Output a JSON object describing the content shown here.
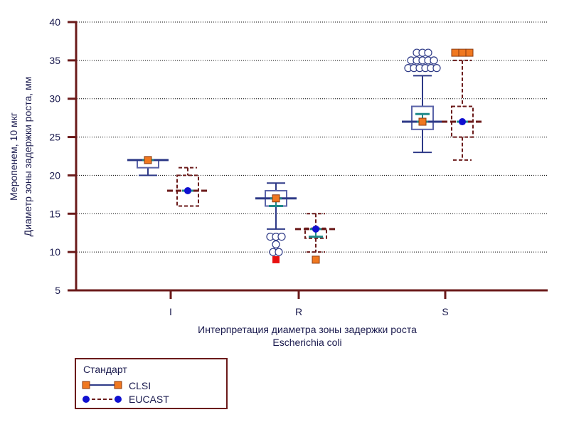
{
  "chart_data": {
    "type": "boxplot",
    "title": "",
    "ylabel_lines": [
      "Меропенем, 10 мкг",
      "Диаметр зоны задержки роста, мм"
    ],
    "xlabel_lines": [
      "Интерпретация диаметра зоны задержки роста",
      "Escherichia coli"
    ],
    "ylim": [
      5,
      40
    ],
    "yticks": [
      "5",
      "10",
      "15",
      "20",
      "25",
      "30",
      "35",
      "40"
    ],
    "ytick_values": [
      5,
      10,
      15,
      20,
      25,
      30,
      35,
      40
    ],
    "grid": "horizontal-dotted",
    "categories": [
      "I",
      "R",
      "S"
    ],
    "legend": {
      "title": "Стандарт",
      "placement": "bottom-left",
      "entries": [
        {
          "name": "CLSI",
          "line": "solid",
          "marker": "square",
          "line_color": "#2e3a87",
          "marker_color": "#f07820"
        },
        {
          "name": "EUCAST",
          "line": "dashed",
          "marker": "circle",
          "line_color": "#6b1a1a",
          "marker_color": "#1010d0"
        }
      ]
    },
    "series": [
      {
        "name": "CLSI",
        "color": "#2e3a87",
        "marker_color": "#f07820",
        "boxes": [
          {
            "category": "I",
            "whisker_low": 20,
            "q1": 21,
            "median": 22,
            "q3": 22,
            "whisker_high": 22,
            "mean": 22,
            "median_marker": 22,
            "outliers": [],
            "extreme": []
          },
          {
            "category": "R",
            "whisker_low": 13,
            "q1": 16,
            "median": 17,
            "q3": 18,
            "whisker_high": 19,
            "mean": 16,
            "median_marker": 17,
            "outliers": [
              {
                "value": 12,
                "count": 3
              },
              {
                "value": 11,
                "count": 1
              },
              {
                "value": 10,
                "count": 2
              }
            ],
            "extreme": [
              {
                "value": 9,
                "count": 1
              }
            ]
          },
          {
            "category": "S",
            "whisker_low": 23,
            "q1": 26,
            "median": 27,
            "q3": 29,
            "whisker_high": 33,
            "mean": 28,
            "median_marker": 27,
            "outliers": [
              {
                "value": 36,
                "count": 3
              },
              {
                "value": 35,
                "count": 5
              },
              {
                "value": 34,
                "count": 6
              }
            ],
            "extreme": []
          }
        ]
      },
      {
        "name": "EUCAST",
        "color": "#6b1a1a",
        "marker_color": "#1010d0",
        "boxes": [
          {
            "category": "I",
            "whisker_low": 16,
            "q1": 16,
            "median": 18,
            "q3": 20,
            "whisker_high": 21,
            "mean": 18,
            "median_marker": 18,
            "outliers": [],
            "extreme": []
          },
          {
            "category": "R",
            "whisker_low": 10,
            "q1": 11.8,
            "median": 13,
            "q3": 13.1,
            "whisker_high": 15,
            "mean": 12,
            "median_marker": 13,
            "outliers": [
              {
                "value": 9,
                "count": 1
              }
            ],
            "extreme": []
          },
          {
            "category": "S",
            "whisker_low": 22,
            "q1": 25,
            "median": 27,
            "q3": 29,
            "whisker_high": 35,
            "mean": 27,
            "median_marker": 27,
            "outliers": [
              {
                "value": 36,
                "count": 3
              }
            ],
            "extreme": []
          }
        ]
      }
    ]
  }
}
